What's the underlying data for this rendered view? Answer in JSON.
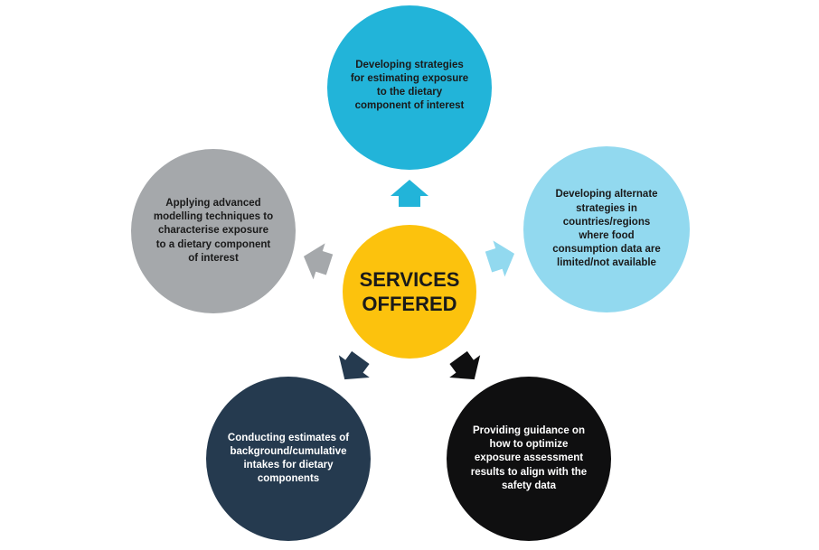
{
  "center": {
    "label": "SERVICES\nOFFERED",
    "color": "#fcc20d"
  },
  "nodes": [
    {
      "id": "top",
      "text": "Developing strategies\nfor estimating exposure\nto the dietary\ncomponent of interest",
      "color": "#22b4d9",
      "text_color": "#1a1a1a"
    },
    {
      "id": "right",
      "text": "Developing alternate\nstrategies in\ncountries/regions\nwhere food\nconsumption data are\nlimited/not available",
      "color": "#92d9ef",
      "text_color": "#1a1a1a"
    },
    {
      "id": "bottom-right",
      "text": "Providing guidance on\nhow to optimize\nexposure assessment\nresults to align with the\nsafety data",
      "color": "#0f0f10",
      "text_color": "#ffffff"
    },
    {
      "id": "bottom-left",
      "text": "Conducting estimates of\nbackground/cumulative\nintakes for dietary\ncomponents",
      "color": "#253a4f",
      "text_color": "#ffffff"
    },
    {
      "id": "left",
      "text": "Applying advanced\nmodelling techniques to\ncharacterise exposure\nto a dietary component\nof interest",
      "color": "#a5a8ab",
      "text_color": "#1a1a1a"
    }
  ]
}
